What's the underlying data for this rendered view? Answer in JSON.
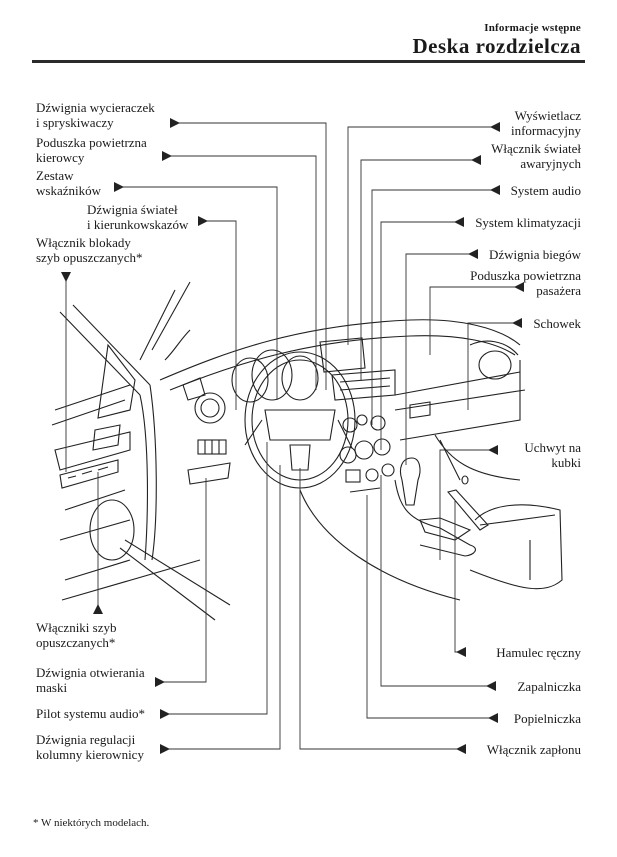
{
  "header": {
    "section": "Informacje wstępne",
    "title": "Deska rozdzielcza"
  },
  "labels_left": [
    {
      "id": "wiper-lever",
      "lines": [
        "Dźwignia wycieraczek",
        "i spryskiwaczy"
      ]
    },
    {
      "id": "driver-airbag",
      "lines": [
        "Poduszka powietrzna",
        "kierowcy"
      ]
    },
    {
      "id": "instrument-cluster",
      "lines": [
        "Zestaw",
        "wskaźników"
      ]
    },
    {
      "id": "headlight-lever",
      "lines": [
        "Dźwignia świateł",
        "i kierunkowskazów"
      ]
    },
    {
      "id": "window-lock-switch",
      "lines": [
        "Włącznik blokady",
        "szyb opuszczanych*"
      ]
    },
    {
      "id": "power-window-switches",
      "lines": [
        "Włączniki szyb",
        "opuszczanych*"
      ]
    },
    {
      "id": "hood-release",
      "lines": [
        "Dźwignia otwierania",
        "maski"
      ]
    },
    {
      "id": "audio-remote",
      "lines": [
        "Pilot systemu audio*"
      ]
    },
    {
      "id": "tilt-lever",
      "lines": [
        "Dźwignia regulacji",
        "kolumny kierownicy"
      ]
    }
  ],
  "labels_right": [
    {
      "id": "info-display",
      "lines": [
        "Wyświetlacz",
        "informacyjny"
      ]
    },
    {
      "id": "hazard-switch",
      "lines": [
        "Włącznik świateł",
        "awaryjnych"
      ]
    },
    {
      "id": "audio-system",
      "lines": [
        "System audio"
      ]
    },
    {
      "id": "climate-control",
      "lines": [
        "System klimatyzacji"
      ]
    },
    {
      "id": "shift-lever",
      "lines": [
        "Dźwignia biegów"
      ]
    },
    {
      "id": "passenger-airbag",
      "lines": [
        "Poduszka powietrzna",
        "pasażera"
      ]
    },
    {
      "id": "glove-box",
      "lines": [
        "Schowek"
      ]
    },
    {
      "id": "cup-holder",
      "lines": [
        "Uchwyt na",
        "kubki"
      ]
    },
    {
      "id": "parking-brake",
      "lines": [
        "Hamulec ręczny"
      ]
    },
    {
      "id": "cigarette-lighter",
      "lines": [
        "Zapalniczka"
      ]
    },
    {
      "id": "ashtray",
      "lines": [
        "Popielniczka"
      ]
    },
    {
      "id": "ignition-switch",
      "lines": [
        "Włącznik zapłonu"
      ]
    }
  ],
  "footnote": "* W niektórych modelach."
}
